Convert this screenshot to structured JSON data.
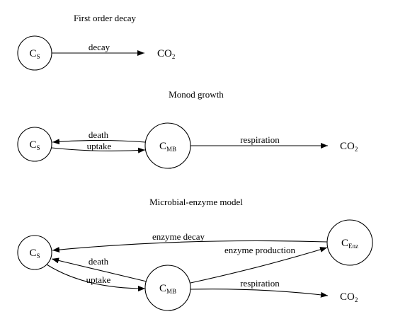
{
  "panels": {
    "first_order": {
      "title": "First order decay",
      "cs": {
        "main": "C",
        "sub": "S"
      },
      "co2": {
        "main": "CO",
        "sub": "2"
      },
      "edge_decay": "decay"
    },
    "monod": {
      "title": "Monod growth",
      "cs": {
        "main": "C",
        "sub": "S"
      },
      "cmb": {
        "main": "C",
        "sub": "MB"
      },
      "co2": {
        "main": "CO",
        "sub": "2"
      },
      "edge_death": "death",
      "edge_uptake": "uptake",
      "edge_respiration": "respiration"
    },
    "enzyme": {
      "title": "Microbial-enzyme model",
      "cs": {
        "main": "C",
        "sub": "S"
      },
      "cmb": {
        "main": "C",
        "sub": "MB"
      },
      "cenz": {
        "main": "C",
        "sub": "Enz"
      },
      "co2": {
        "main": "CO",
        "sub": "2"
      },
      "edge_enzyme_decay": "enzyme decay",
      "edge_enzyme_production": "enzyme production",
      "edge_death": "death",
      "edge_uptake": "uptake",
      "edge_respiration": "respiration"
    }
  }
}
